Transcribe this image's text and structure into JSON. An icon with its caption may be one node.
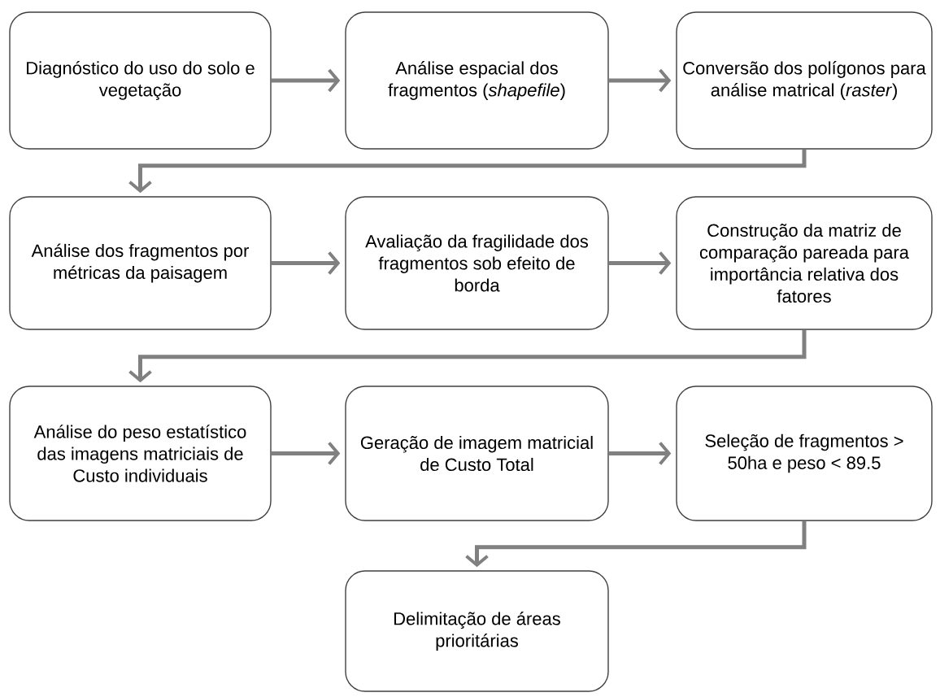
{
  "diagram": {
    "nodes": [
      {
        "text": [
          "Diagnóstico do uso do solo e vegetação"
        ]
      },
      {
        "text": [
          "Análise espacial dos fragmentos (*shapefile*)"
        ]
      },
      {
        "text": [
          "Conversão dos polígonos para análise matrical (*raster*)"
        ]
      },
      {
        "text": [
          "Análise dos fragmentos por métricas da paisagem"
        ]
      },
      {
        "text": [
          "Avaliação da fragilidade dos fragmentos sob efeito de borda"
        ]
      },
      {
        "text": [
          "Construção da matriz de comparação pareada para importância relativa dos fatores"
        ]
      },
      {
        "text": [
          "Análise do peso estatístico das imagens matriciais de Custo individuais"
        ]
      },
      {
        "text": [
          "Geração de imagem matricial de Custo Total"
        ]
      },
      {
        "text": [
          "Seleção de fragmentos > 50ha e peso < 89.5"
        ]
      },
      {
        "text": [
          "Delimitação de áreas prioritárias"
        ]
      }
    ],
    "edges": [
      {
        "from": 0,
        "to": 1,
        "arrow": "to"
      },
      {
        "from": 1,
        "to": 2,
        "arrow": "to"
      },
      {
        "from": 2,
        "to": 3,
        "arrow": "to"
      },
      {
        "from": 3,
        "to": 4,
        "arrow": "to"
      },
      {
        "from": 4,
        "to": 5,
        "arrow": "to"
      },
      {
        "from": 5,
        "to": 6,
        "arrow": "to"
      },
      {
        "from": 6,
        "to": 7,
        "arrow": "to"
      },
      {
        "from": 7,
        "to": 8,
        "arrow": "to"
      },
      {
        "from": 8,
        "to": 9,
        "arrow": "to"
      }
    ]
  }
}
